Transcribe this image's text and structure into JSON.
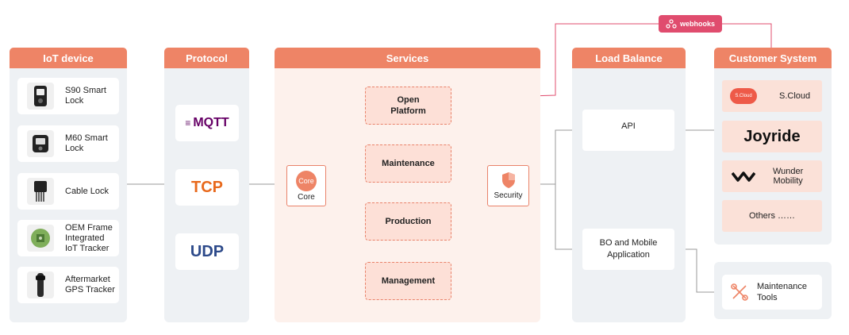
{
  "columns": {
    "iot": "IoT device",
    "protocol": "Protocol",
    "services": "Services",
    "load_balance": "Load Balance",
    "customer": "Customer System"
  },
  "devices": [
    {
      "label": "S90 Smart\nLock",
      "icon": "smart-lock-icon"
    },
    {
      "label": "M60 Smart\nLock",
      "icon": "smart-lock-icon"
    },
    {
      "label": "Cable Lock",
      "icon": "cable-lock-icon"
    },
    {
      "label": "OEM Frame\nIntegrated\nIoT Tracker",
      "icon": "tracker-board-icon"
    },
    {
      "label": "Aftermarket\nGPS Tracker",
      "icon": "gps-tracker-icon"
    }
  ],
  "protocols": [
    "MQTT",
    "TCP",
    "UDP"
  ],
  "core": {
    "icon_text": "Core",
    "label": "Core"
  },
  "services": [
    "Open\nPlatform",
    "Maintenance",
    "Production",
    "Management"
  ],
  "security": {
    "label": "Security"
  },
  "load_balance": [
    "API",
    "BO and Mobile\nApplication"
  ],
  "customer_systems": [
    {
      "label": "S.Cloud",
      "logo_text": "S.Cloud"
    },
    {
      "label": "Joyride"
    },
    {
      "label": "Wunder\nMobility"
    },
    {
      "label": "Others ……"
    }
  ],
  "maintenance_tools": "Maintenance\nTools",
  "webhooks": "webhooks",
  "colors": {
    "accent": "#ee8466",
    "webhook": "#e04c6e",
    "panel": "#eef1f4",
    "service_fill": "#fde0d7"
  }
}
